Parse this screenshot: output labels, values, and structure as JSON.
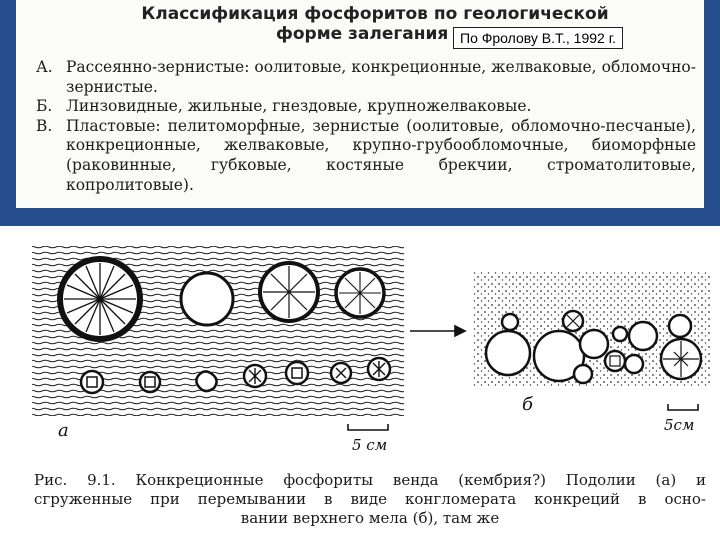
{
  "slide": {
    "title_line1": "Классификация фосфоритов по геологической",
    "title_line2": "форме залегания",
    "source_note": "По Фролову В.Т., 1992 г."
  },
  "classification": [
    {
      "key": "А.",
      "text": "Рассеянно-зернистые: оолитовые, конкреционные, желваковые, обломочно-зернистые."
    },
    {
      "key": "Б.",
      "text": "Линзовидные, жильные, гнездовые, крупножелваковые."
    },
    {
      "key": "В.",
      "text": "Пластовые: пелитоморфные, зернистые (оолитовые, обломочно-песчаные), конкреционные, желваковые, крупно-грубообломочные, биоморфные (раковинные, губковые, костяные брекчии, строматолитовые, копролитовые)."
    }
  ],
  "figure": {
    "label_a": "а",
    "label_b": "б",
    "scale_a": "5 см",
    "scale_b": "5см",
    "caption_line1": "Рис. 9.1. Конкреционные фосфориты венда (кембрия?) Подолии (а) и",
    "caption_line2": "сгруженные при перемывании в виде конгломерата конкреций в осно-",
    "caption_line3": "вании верхнего мела (б), там же"
  },
  "colors": {
    "frame": "#274e8c",
    "ink": "#1a1a1a"
  }
}
